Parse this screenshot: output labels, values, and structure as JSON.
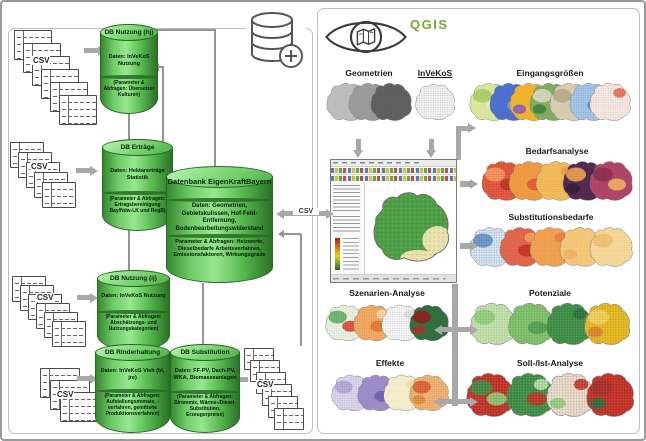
{
  "left_panel": {
    "csv_label": "CSV",
    "database_add_icon": "database-plus-icon",
    "databases": [
      {
        "id": "db-nutzung-hj",
        "title": "DB Nutzung (hj)",
        "data": "Daten: InVeKoS Nutzung",
        "params": "(Parameter & Abfragen: Übersetzer Kulturen)"
      },
      {
        "id": "db-ertraege",
        "title": "DB Erträge",
        "data": "Daten: Hektarerträge Statistik",
        "params": "(Parameter & Abfragen: Ertragsbereinigung Bay/Ndw-LK und RegB)"
      },
      {
        "id": "datenbank-eigenkraftbayern",
        "title": "Datenbank EigenKraftBayern",
        "data": "Daten: Geometrien, Gebietskulissen, Hof-Feld-Entfernung, Bodenbearbeitungswiderstand",
        "params": "Parameter & Abfragen: Heizwerte, Dieselbedarfe Arbeitsverfahren, Emissionsfaktoren, Wirkungsgrade"
      },
      {
        "id": "db-nutzung-ij",
        "title": "DB Nutzung (ij)",
        "data": "Daten: InVeKoS Nutzung",
        "params": "(Parameter & Abfragen: Abschätzungs- und Nutzungskategorien)"
      },
      {
        "id": "db-rinderhaltung",
        "title": "DB Rinderhaltung",
        "data": "Daten: InVeKoS Vieh (bl, jre)",
        "params": "(Parameter & Abfragen: Aufstallungsmonate, -verfahren, gemittelte Produktionsverfahren)"
      },
      {
        "id": "db-substitution",
        "title": "DB Substitution",
        "data": "Daten: FF-PV, Dach-PV, WKA, Biomasseanlagen",
        "params": "(Parameter & Abfragen: Strommix, Wärme-/Diesel-Substitution, Erzeugerpreise)"
      }
    ]
  },
  "connector": {
    "csv_label": "CSV"
  },
  "right_panel": {
    "logo": {
      "text": "QGIS",
      "color": "#76a832",
      "icon": "eye-map-icon"
    },
    "map_groups": [
      {
        "id": "geometrien",
        "label": "Geometrien",
        "maps": [
          {
            "base": "#bdbdbd"
          },
          {
            "base": "#9a9a9a"
          },
          {
            "base": "#5f5f5f"
          }
        ]
      },
      {
        "id": "invekos",
        "label": "InVeKoS",
        "underline": true,
        "maps": [
          {
            "base": "#efefef",
            "speckle": "dense"
          }
        ]
      },
      {
        "id": "eingang",
        "label": "Eingangsgrößen",
        "maps": [
          {
            "base": "#d9e8a0",
            "patches": [
              "#a8cc66",
              "#eef2c8"
            ]
          },
          {
            "base": "#4a6fd0",
            "patches": [
              "#7a9ae0"
            ]
          },
          {
            "base": "#f2b429",
            "patches": [
              "#d84330",
              "#8a5fb0"
            ]
          },
          {
            "base": "#7fae5f",
            "patches": [
              "#3e7f3e",
              "#d8d8c0"
            ]
          },
          {
            "base": "#d9cdb0",
            "patches": [
              "#b8a888"
            ]
          },
          {
            "base": "#9fc3e8",
            "patches": [
              "#5f93c8"
            ],
            "speckle": "dark"
          },
          {
            "base": "#f5e6de",
            "patches": [
              "#e86a50"
            ],
            "speckle": "dark"
          }
        ]
      },
      {
        "id": "bedarf",
        "label": "Bedarfsanalyse",
        "maps": [
          {
            "base": "#e2553a",
            "patches": [
              "#f4975f",
              "#c23327"
            ],
            "speckle": "dark"
          },
          {
            "base": "#f09a3f",
            "patches": [
              "#e2553a"
            ]
          },
          {
            "base": "#f5b955",
            "patches": [
              "#f0984a"
            ]
          },
          {
            "base": "#53284e",
            "patches": [
              "#2f1f3a",
              "#f0a050"
            ]
          },
          {
            "base": "#b04468",
            "patches": [
              "#8a2f52",
              "#f0b060"
            ]
          }
        ]
      },
      {
        "id": "subst",
        "label": "Substitutionsbedarfe",
        "maps": [
          {
            "base": "#cfe0ef",
            "patches": [
              "#5f8fc0"
            ],
            "speckle": "dense"
          },
          {
            "base": "#e2644a",
            "patches": [
              "#c23327",
              "#f0a050"
            ]
          },
          {
            "base": "#f0a050",
            "patches": [
              "#e87f3f"
            ]
          },
          {
            "base": "#f5c878",
            "patches": [
              "#f0b060"
            ]
          },
          {
            "base": "#f5d898",
            "patches": [
              "#eec070"
            ]
          }
        ]
      },
      {
        "id": "szenarien",
        "label": "Szenarien-Analyse",
        "maps": [
          {
            "base": "#e8f0e0",
            "patches": [
              "#5faf5f",
              "#d84330"
            ],
            "speckle": "dark"
          },
          {
            "base": "#f0a860",
            "patches": [
              "#e07830",
              "#f5d8a8"
            ],
            "speckle": "dark"
          },
          {
            "base": "#f4f4f4",
            "patches": [
              "#dcdcdc"
            ],
            "speckle": "dense"
          },
          {
            "base": "#2f6f3f",
            "patches": [
              "#a83030",
              "#8f1f1f"
            ]
          }
        ]
      },
      {
        "id": "potenziale",
        "label": "Potenziale",
        "maps": [
          {
            "base": "#bfe0a8",
            "patches": [
              "#8fcc7a"
            ],
            "speckle": "dark"
          },
          {
            "base": "#7fbf6a",
            "patches": [
              "#4f9f4f"
            ],
            "speckle": "dark"
          },
          {
            "base": "#3f8f46",
            "patches": [
              "#2f6f3f"
            ],
            "speckle": "dark"
          },
          {
            "base": "#e3b822",
            "patches": [
              "#e0802f",
              "#f0d060"
            ],
            "speckle": "dark"
          }
        ]
      },
      {
        "id": "effekte",
        "label": "Effekte",
        "maps": [
          {
            "base": "#d8d2ea",
            "patches": [
              "#b0a5d5"
            ],
            "speckle": "dark"
          },
          {
            "base": "#9b8cc8",
            "patches": [
              "#6f5fae"
            ]
          },
          {
            "base": "#f5eecb",
            "patches": [
              "#efe0a0"
            ]
          },
          {
            "base": "#f0b070",
            "patches": [
              "#e08840",
              "#d85f30"
            ],
            "speckle": "dark"
          }
        ]
      },
      {
        "id": "sollist",
        "label": "Soll-/Ist-Analyse",
        "maps": [
          {
            "base": "#c23327",
            "patches": [
              "#3f8f46",
              "#8fcc7a"
            ],
            "speckle": "dense"
          },
          {
            "base": "#3f8f46",
            "patches": [
              "#c23327",
              "#bfe0a8"
            ],
            "speckle": "dense"
          },
          {
            "base": "#e8d8c8",
            "patches": [
              "#c23327",
              "#8fcc7a"
            ],
            "speckle": "dense"
          },
          {
            "base": "#c23327",
            "patches": [
              "#2f6f3f",
              "#a83030"
            ],
            "speckle": "dark"
          }
        ]
      }
    ]
  },
  "colors": {
    "cylinder_green": "#5fbf58",
    "arrow_gray": "#a8a8a8",
    "qgis_green": "#76a832"
  }
}
